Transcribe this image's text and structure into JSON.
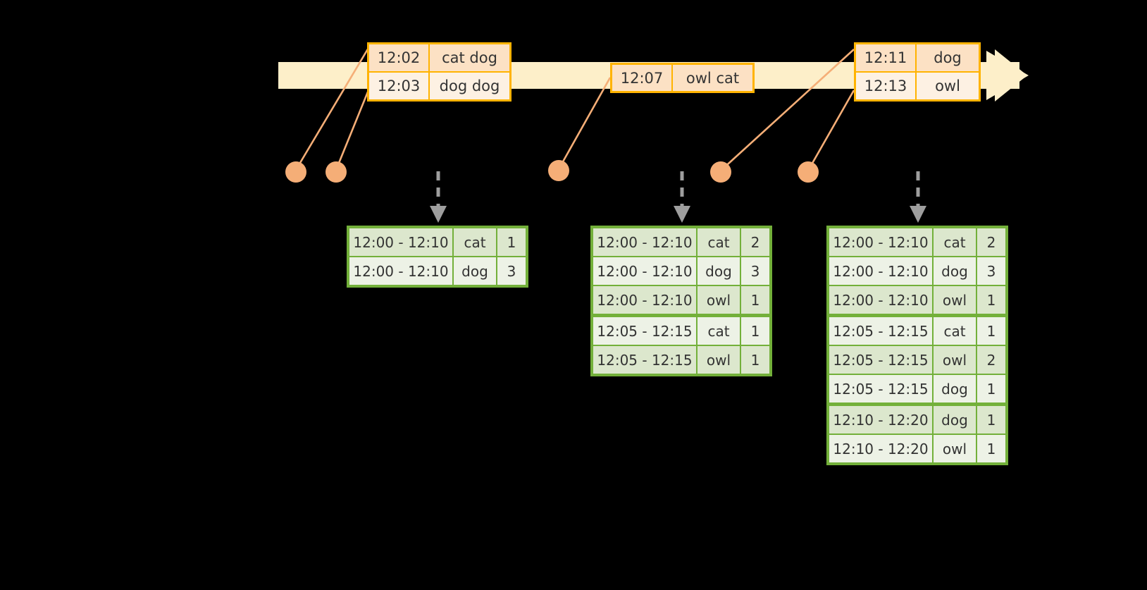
{
  "diagram": {
    "title": "Windowed word count over an event stream timeline",
    "colors": {
      "background": "#000000",
      "timeline_bar": "#FDEFC9",
      "event_border": "#FFB300",
      "event_fill_a": "#FCE1C4",
      "event_fill_b": "#FDF1E3",
      "table_border": "#73B03A",
      "table_fill_a": "#DCE7CD",
      "table_fill_b": "#EDF2E6",
      "dot": "#F5AE77",
      "connector": "#F5AE77",
      "dashed_arrow": "#9E9E9E",
      "text": "#333333"
    }
  },
  "timeline": {
    "name": "event-stream-timeline",
    "arrow_head": "right-arrow",
    "events": [
      {
        "id": "event-group-1",
        "rows": [
          {
            "time": "12:02",
            "words": "cat dog"
          },
          {
            "time": "12:03",
            "words": "dog dog"
          }
        ]
      },
      {
        "id": "event-group-2",
        "rows": [
          {
            "time": "12:07",
            "words": "owl cat"
          }
        ]
      },
      {
        "id": "event-group-3",
        "rows": [
          {
            "time": "12:11",
            "words": "dog"
          },
          {
            "time": "12:13",
            "words": "owl"
          }
        ]
      }
    ]
  },
  "dots": [
    {
      "id": "dot-1",
      "label": "event-marker-12-02"
    },
    {
      "id": "dot-2",
      "label": "event-marker-12-03"
    },
    {
      "id": "dot-3",
      "label": "event-marker-12-07"
    },
    {
      "id": "dot-4",
      "label": "event-marker-12-11"
    },
    {
      "id": "dot-5",
      "label": "event-marker-12-13"
    }
  ],
  "tables": [
    {
      "id": "result-table-1",
      "name": "window-counts-after-12-03",
      "rows": [
        {
          "window": "12:00 - 12:10",
          "word": "cat",
          "count": "1",
          "group": 0
        },
        {
          "window": "12:00 - 12:10",
          "word": "dog",
          "count": "3",
          "group": 0
        }
      ]
    },
    {
      "id": "result-table-2",
      "name": "window-counts-after-12-07",
      "rows": [
        {
          "window": "12:00 - 12:10",
          "word": "cat",
          "count": "2",
          "group": 0
        },
        {
          "window": "12:00 - 12:10",
          "word": "dog",
          "count": "3",
          "group": 0
        },
        {
          "window": "12:00 - 12:10",
          "word": "owl",
          "count": "1",
          "group": 0
        },
        {
          "window": "12:05 - 12:15",
          "word": "cat",
          "count": "1",
          "group": 1
        },
        {
          "window": "12:05 - 12:15",
          "word": "owl",
          "count": "1",
          "group": 1
        }
      ]
    },
    {
      "id": "result-table-3",
      "name": "window-counts-after-12-13",
      "rows": [
        {
          "window": "12:00 - 12:10",
          "word": "cat",
          "count": "2",
          "group": 0
        },
        {
          "window": "12:00 - 12:10",
          "word": "dog",
          "count": "3",
          "group": 0
        },
        {
          "window": "12:00 - 12:10",
          "word": "owl",
          "count": "1",
          "group": 0
        },
        {
          "window": "12:05 - 12:15",
          "word": "cat",
          "count": "1",
          "group": 1
        },
        {
          "window": "12:05 - 12:15",
          "word": "owl",
          "count": "2",
          "group": 1
        },
        {
          "window": "12:05 - 12:15",
          "word": "dog",
          "count": "1",
          "group": 1
        },
        {
          "window": "12:10 - 12:20",
          "word": "dog",
          "count": "1",
          "group": 2
        },
        {
          "window": "12:10 - 12:20",
          "word": "owl",
          "count": "1",
          "group": 2
        }
      ]
    }
  ]
}
